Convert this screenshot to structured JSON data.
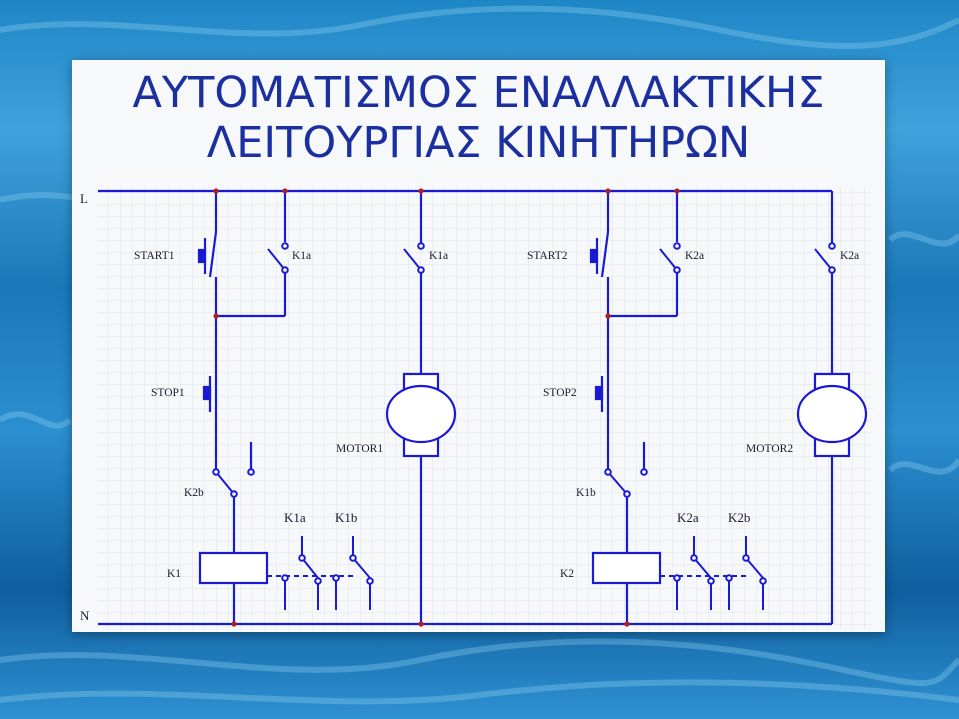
{
  "title": {
    "line1": "ΑΥΤΟΜΑΤΙΣΜΟΣ ΕΝΑΛΛΑΚΤΙΚΗΣ",
    "line2": "ΛΕΙΤΟΥΡΓΙΑΣ ΚΙΝΗΤΗΡΩΝ"
  },
  "rails": {
    "live": "L",
    "neutral": "N"
  },
  "circuit1": {
    "start": "START1",
    "stop": "STOP1",
    "holding_contact": "K1a",
    "motor_contact": "K1a",
    "motor": "MOTOR1",
    "interlock": "K2b",
    "coil": "K1",
    "aux_a": "K1a",
    "aux_b": "K1b"
  },
  "circuit2": {
    "start": "START2",
    "stop": "STOP2",
    "holding_contact": "K2a",
    "motor_contact": "K2a",
    "motor": "MOTOR2",
    "interlock": "K1b",
    "coil": "K2",
    "aux_a": "K2a",
    "aux_b": "K2b"
  },
  "colors": {
    "wire": "#1a1ad4",
    "node": "#b02020",
    "title": "#1c2fa0",
    "grid": "#dde2ea"
  }
}
